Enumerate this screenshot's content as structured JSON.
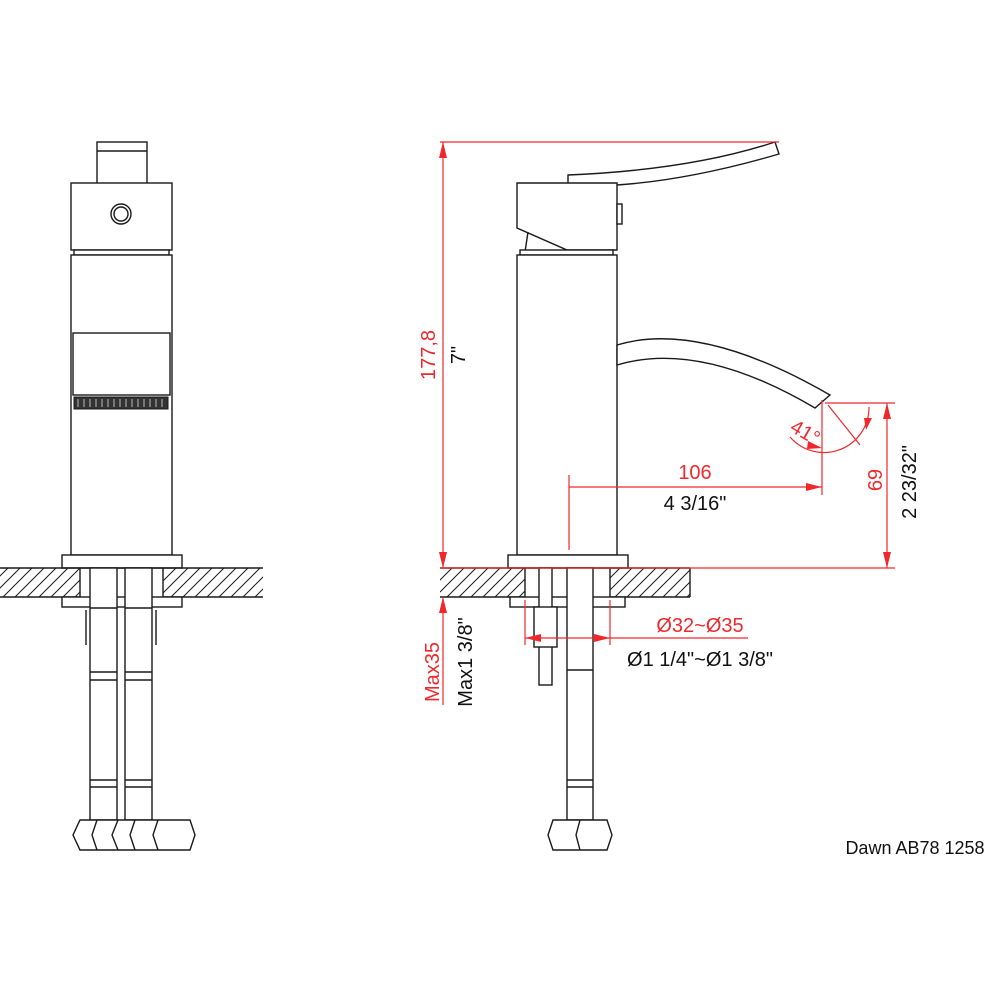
{
  "dimensions": {
    "height_mm": "177,8",
    "height_in": "7\"",
    "reach_mm": "106",
    "reach_in": "4 3/16\"",
    "spout_height_mm": "69",
    "spout_height_in": "2 23/32\"",
    "angle": "41°",
    "counter_max_mm": "Max35",
    "counter_max_in": "Max1 3/8\"",
    "hole_mm": "Ø32~Ø35",
    "hole_in": "Ø1 1/4\"~Ø1 3/8\""
  },
  "model_label": "Dawn AB78 1258",
  "colors": {
    "dimension": "#f0282d",
    "outline": "#1a1a1a"
  }
}
